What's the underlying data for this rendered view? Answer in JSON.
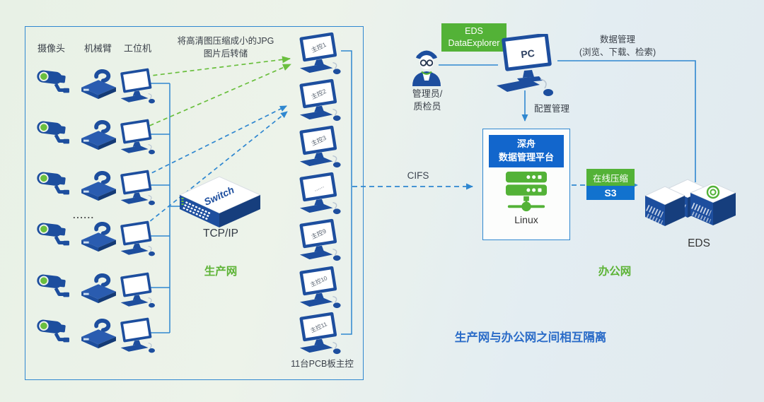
{
  "production": {
    "columns": [
      "摄像头",
      "机械臂",
      "工位机"
    ],
    "compress_note": {
      "line1": "将高清图压缩成小的JPG",
      "line2": "图片后转储"
    },
    "row_ellipsis": "......",
    "switch": {
      "device_label": "Switch",
      "protocol": "TCP/IP"
    },
    "network_label": "生产网",
    "monitors": [
      {
        "label": "主控1"
      },
      {
        "label": "主控2"
      },
      {
        "label": "主控3"
      },
      {
        "label": "......"
      },
      {
        "label": "主控9"
      },
      {
        "label": "主控10"
      },
      {
        "label": "主控11"
      }
    ],
    "monitors_caption": "11台PCB板主控"
  },
  "link": {
    "cifs": "CIFS"
  },
  "office": {
    "explorer_badge": {
      "line1": "EDS",
      "line2": "DataExplorer"
    },
    "admin": {
      "line1": "管理员/",
      "line2": "质检员"
    },
    "pc_label": "PC",
    "config_mgmt": "配置管理",
    "data_mgmt": {
      "line1": "数据管理",
      "line2": "(浏览、下载、检索)"
    },
    "platform": {
      "title_line1": "深舟",
      "title_line2": "数据管理平台",
      "os": "Linux"
    },
    "compress_badge": {
      "top": "在线压缩",
      "bottom": "S3"
    },
    "eds_label": "EDS",
    "network_label": "办公网"
  },
  "footer": {
    "isolation_note": "生产网与办公网之间相互隔离"
  },
  "colors": {
    "device_blue": "#1d4e9e",
    "line_blue": "#2f87d0",
    "accent_green": "#53b237",
    "header_blue": "#1266cc",
    "note_blue": "#2b6cc8"
  }
}
